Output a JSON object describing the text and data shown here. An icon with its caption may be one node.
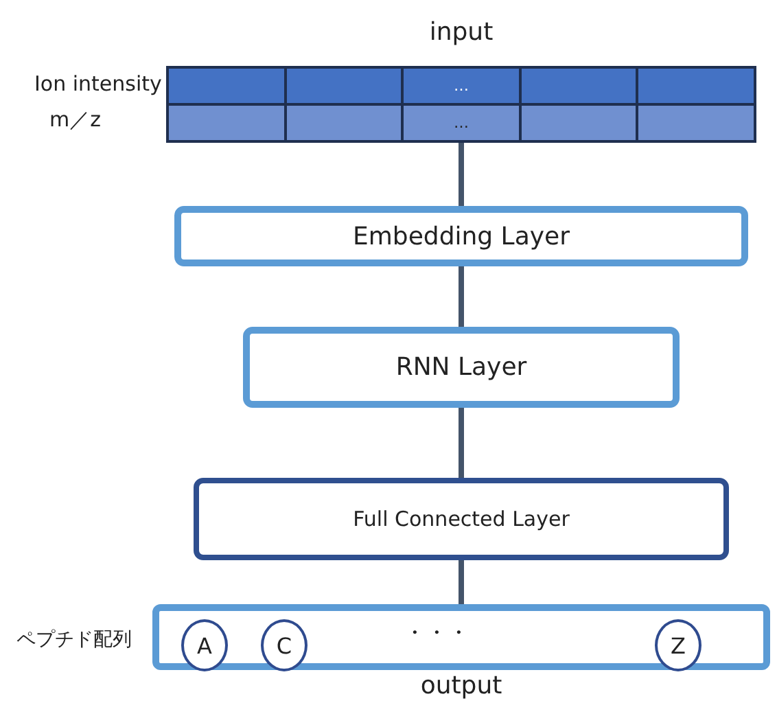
{
  "diagram": {
    "nodes": [
      {
        "text": [
          "input"
        ],
        "beside": [
          "Ion intensity",
          "m／z"
        ]
      },
      {
        "text": [
          "Embedding Layer"
        ]
      },
      {
        "text": [
          "RNN Layer"
        ]
      },
      {
        "text": [
          "Full Connected Layer"
        ]
      },
      {
        "text": [
          "output"
        ],
        "beside": [
          "ペプチド配列"
        ]
      },
      {
        "text": [
          "A"
        ],
        "in": 4
      },
      {
        "text": [
          "C"
        ],
        "in": 4
      },
      {
        "text": [
          "Z"
        ],
        "in": 4
      }
    ],
    "edges": [
      {
        "from": 0,
        "to": 1,
        "arrow": "none"
      },
      {
        "from": 1,
        "to": 2,
        "arrow": "none"
      },
      {
        "from": 2,
        "to": 3,
        "arrow": "none"
      },
      {
        "from": 3,
        "to": 4,
        "arrow": "none"
      }
    ],
    "labels": [
      "…",
      "…",
      "・・・"
    ]
  }
}
